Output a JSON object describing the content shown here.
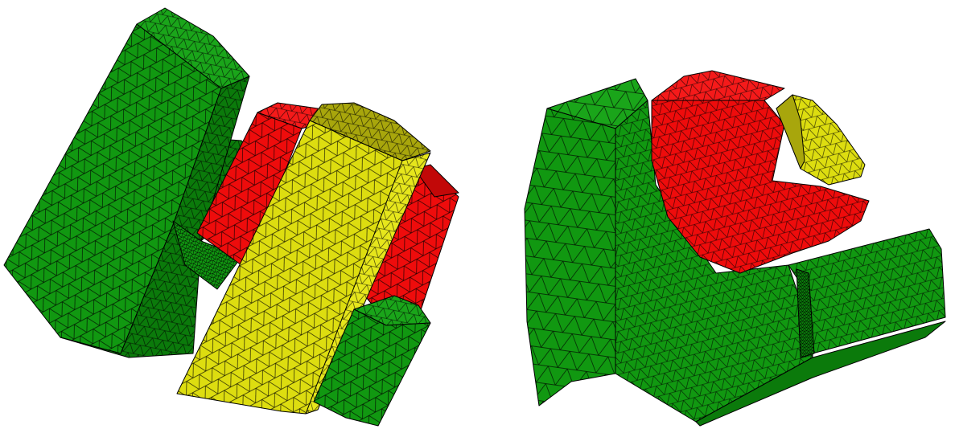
{
  "views": [
    {
      "id": "left",
      "label": ""
    },
    {
      "id": "right",
      "label": ""
    }
  ],
  "materials": {
    "outer": {
      "base": "#119811",
      "light": "#1aa51a",
      "dark": "#0b7a0b"
    },
    "middle": {
      "base": "#ee0c0c",
      "light": "#f51a1a",
      "dark": "#c20808"
    },
    "inner": {
      "base": "#dddd10",
      "light": "#e6e61c",
      "dark": "#a8a60c"
    }
  },
  "mesh": {
    "stroke": "#000000",
    "opacity": 0.85
  }
}
